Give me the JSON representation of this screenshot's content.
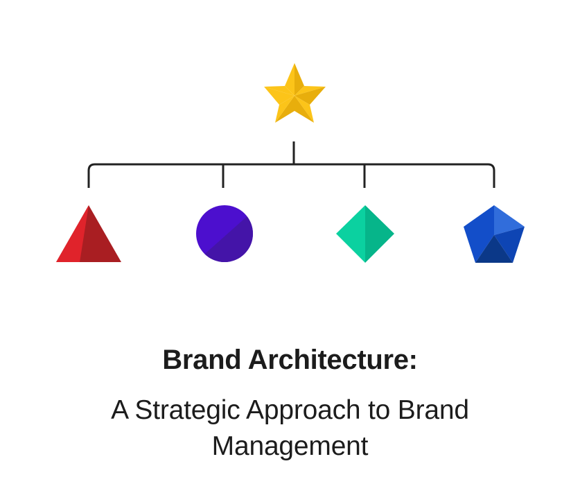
{
  "diagram": {
    "title": "Brand Architecture:",
    "subtitle": "A Strategic Approach to Brand Management",
    "root": {
      "shape": "star",
      "icon": "star-icon",
      "colors": {
        "light": "#fcc419",
        "dark": "#e8ae0c"
      }
    },
    "children": [
      {
        "shape": "triangle",
        "icon": "triangle-icon",
        "colors": {
          "light": "#e0232b",
          "dark": "#a91e22"
        }
      },
      {
        "shape": "circle",
        "icon": "circle-icon",
        "colors": {
          "light": "#4c0fce",
          "dark": "#4414a8"
        }
      },
      {
        "shape": "diamond",
        "icon": "diamond-icon",
        "colors": {
          "light": "#0bd1a0",
          "dark": "#06b58a"
        }
      },
      {
        "shape": "pentagon",
        "icon": "pentagon-icon",
        "colors": {
          "light": "#134ec9",
          "accent": "#316ddb",
          "mid": "#0e45b4",
          "dark": "#0b3888"
        }
      }
    ],
    "connector_color": "#222222"
  }
}
